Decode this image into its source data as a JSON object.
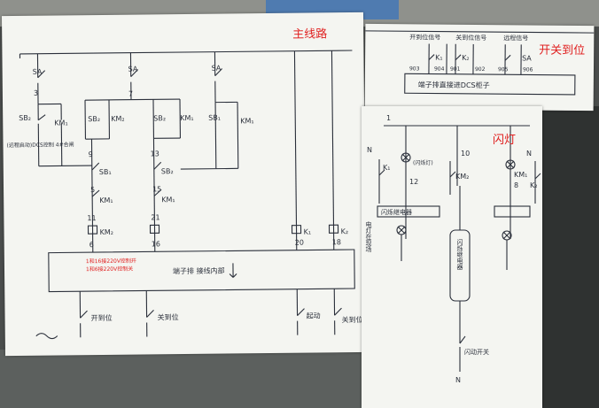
{
  "labels": {
    "main_title": "主线路",
    "switch_title": "开关到位",
    "flash_title": "闪灯",
    "sa_left": "SA",
    "sa_mid": "SA",
    "sa_right": "SA",
    "node_3": "3",
    "node_7": "7",
    "sb_left": "SB₂",
    "km_left": "KM₁",
    "sb_mid_a": "SB₂",
    "km_mid_a": "KM₂",
    "sb_mid_b": "SB₂",
    "km_mid_b": "KM₁",
    "sb_right": "SB₁",
    "km_right": "KM₁",
    "note_left": "(远程启动)DCS控制 4#合闸",
    "node_9": "9",
    "node_5": "5",
    "node_13": "13",
    "node_15": "15",
    "node_11": "11",
    "node_21": "21",
    "sb1_a": "SB₁",
    "sb1_b": "SB₂",
    "km1_a": "KM₁",
    "km2_a": "KM₂",
    "km1_b": "KM₁",
    "node_6": "6",
    "node_16": "16",
    "k1_coil": "K₁",
    "k2_coil": "K₂",
    "node_20": "20",
    "node_18": "18",
    "red_note_1": "1和16接220V控制开",
    "red_note_2": "1和6接220V控制关",
    "box_main": "端子排 接线内部",
    "bottom_open": "开到位",
    "bottom_close": "关到位",
    "bottom_k1": "起动",
    "bottom_k2": "关到位",
    "sig_open": "开到位信号",
    "sig_close": "关到位信号",
    "sig_remote": "远程信号",
    "sig_k1": "K₁",
    "sig_k2": "K₂",
    "sig_sa": "SA",
    "sig_903": "903",
    "sig_904": "904",
    "sig_901": "901",
    "sig_902": "902",
    "sig_905": "905",
    "sig_906": "906",
    "sig_box": "端子排直接进DCS柜子",
    "fl_node_1": "1",
    "fl_node_10": "10",
    "fl_node_12": "12",
    "fl_node_8": "8",
    "fl_n_left": "N",
    "fl_n_right": "N",
    "fl_k1": "K₁",
    "fl_k2": "K₂",
    "fl_km2": "KM₂",
    "fl_km1": "KM₁",
    "fl_lamp_label": "(闪烁灯)",
    "fl_box_label": "闪烁继电器",
    "fl_vert_left": "电灯在现场",
    "fl_vert_mid": "闪烁继电器",
    "fl_bottom": "闪动开关",
    "fl_n_bottom": "N"
  }
}
